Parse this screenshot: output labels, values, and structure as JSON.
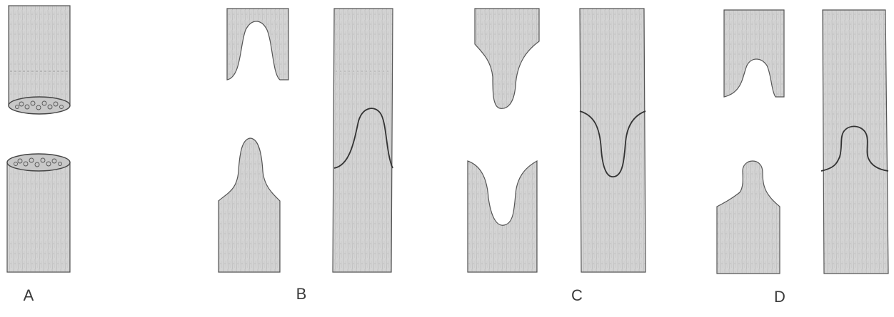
{
  "labels": {
    "a": "A",
    "b": "B",
    "c": "C",
    "d": "D"
  },
  "style": {
    "wood_fill": "#d2d2d2",
    "wood_stroke": "#4a4a4a",
    "wood_dark": "#b8b8b8",
    "pith_fill": "#c8c8c8"
  }
}
